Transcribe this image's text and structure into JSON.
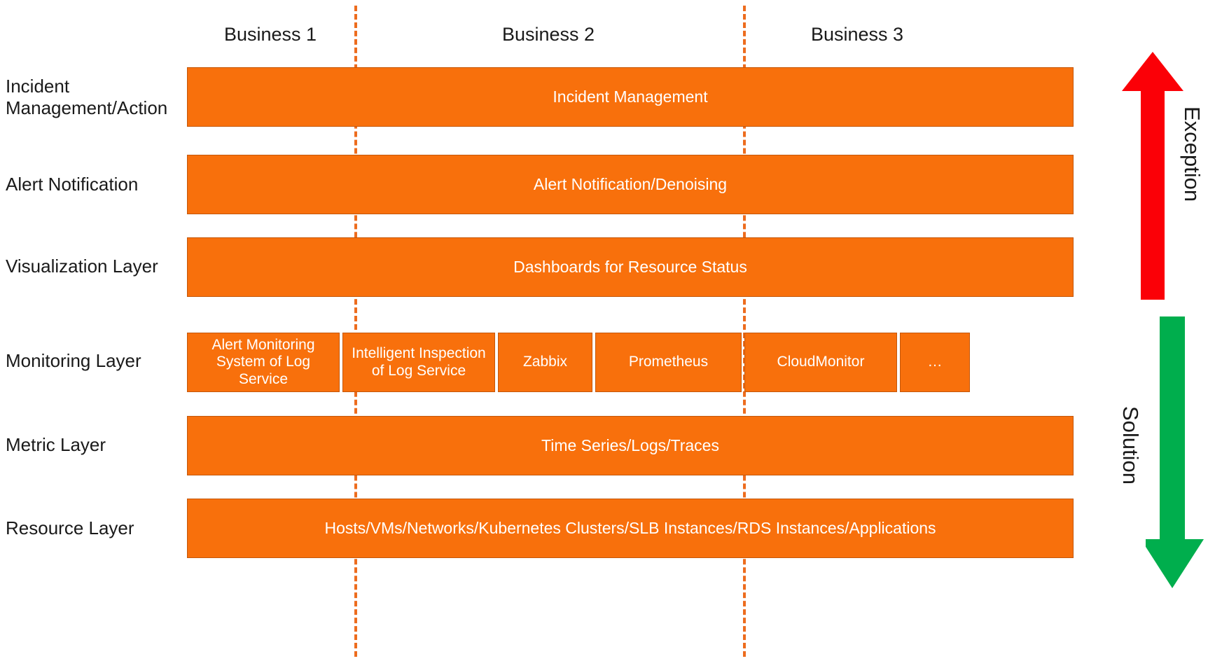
{
  "columns": [
    {
      "label": "Business 1"
    },
    {
      "label": "Business 2"
    },
    {
      "label": "Business 3"
    }
  ],
  "rows": [
    {
      "label": "Incident Management/Action"
    },
    {
      "label": "Alert Notification"
    },
    {
      "label": "Visualization Layer"
    },
    {
      "label": "Monitoring Layer"
    },
    {
      "label": "Metric Layer"
    },
    {
      "label": "Resource Layer"
    }
  ],
  "bars": {
    "incident_management": "Incident Management",
    "alert_notification": "Alert Notification/Denoising",
    "visualization": "Dashboards for Resource Status",
    "metric": "Time Series/Logs/Traces",
    "resource": "Hosts/VMs/Networks/Kubernetes Clusters/SLB Instances/RDS Instances/Applications"
  },
  "monitoring_cells": [
    {
      "label": "Alert Monitoring System of Log Service"
    },
    {
      "label": "Intelligent Inspection of Log Service"
    },
    {
      "label": "Zabbix"
    },
    {
      "label": "Prometheus"
    },
    {
      "label": "CloudMonitor"
    },
    {
      "label": "…"
    }
  ],
  "arrows": [
    {
      "name": "exception",
      "label": "Exception",
      "color": "#FB0007",
      "direction": "up"
    },
    {
      "name": "solution",
      "label": "Solution",
      "color": "#00AE4D",
      "direction": "down"
    }
  ],
  "colors": {
    "bar_fill": "#F8700C",
    "bar_stroke": "#C4570A",
    "divider": "#ED6C1E",
    "exception_arrow": "#FB0007",
    "solution_arrow": "#00AE4D",
    "text_dark": "#1A1A1A",
    "text_light": "#FFFFFF",
    "background": "#FFFFFF"
  }
}
